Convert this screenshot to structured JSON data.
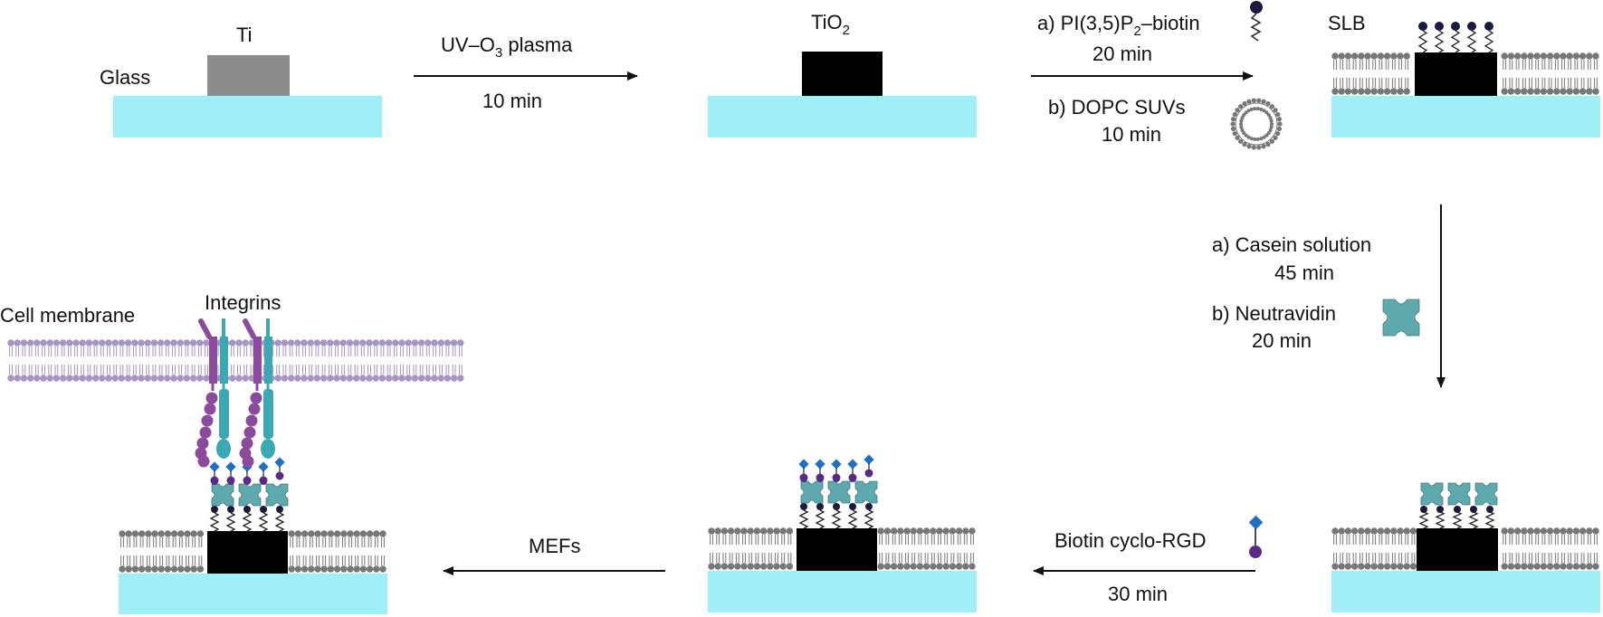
{
  "labels": {
    "glass": "Glass",
    "ti": "Ti",
    "step1_line1_pre": "UV–O",
    "step1_line1_sub": "3",
    "step1_line1_post": " plasma",
    "step1_time": "10 min",
    "tio2_pre": "TiO",
    "tio2_sub": "2",
    "step2a_pre": "a) PI(3,5)P",
    "step2a_sub": "2",
    "step2a_post": "–biotin",
    "step2a_time": "20 min",
    "step2b": "b) DOPC SUVs",
    "step2b_time": "10 min",
    "slb": "SLB",
    "step3a": "a) Casein solution",
    "step3a_time": "45 min",
    "step3b": "b) Neutravidin",
    "step3b_time": "20 min",
    "step4": "Biotin cyclo-RGD",
    "step4_time": "30 min",
    "step5": "MEFs",
    "cell_membrane": "Cell membrane",
    "integrins": "Integrins"
  },
  "colors": {
    "glass": "#9eeff8",
    "ti": "#8c8c8c",
    "tio2": "#000000",
    "lipid": "#777777",
    "cell_lipid": "#a695c4",
    "biotin": "#1c1a3f",
    "neutravidin": "#5ea9ad",
    "rgd_diamond": "#1f6fc4",
    "rgd_ball": "#5b2a86",
    "integrin_alpha": "#8c4a9c",
    "integrin_beta": "#3aa9b4"
  }
}
